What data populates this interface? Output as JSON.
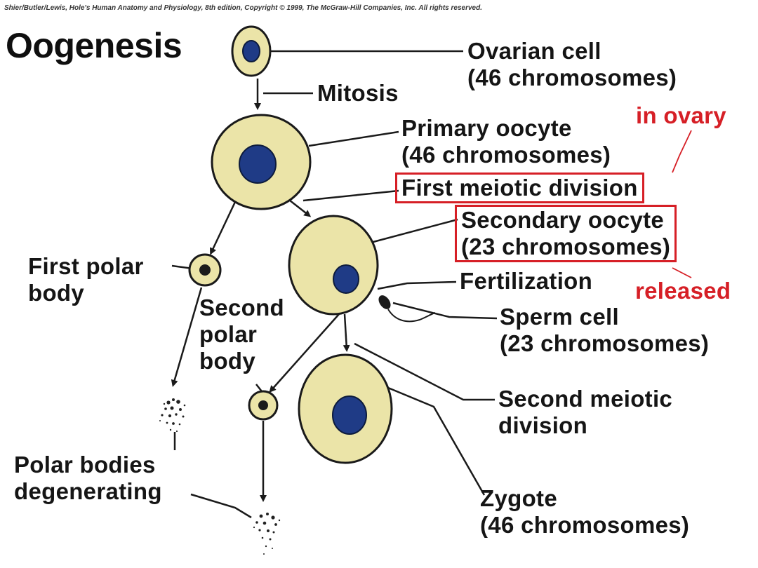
{
  "credit": "Shier/Butler/Lewis, Hole's Human Anatomy and Physiology, 8th edition, Copyright © 1999, The McGraw-Hill Companies, Inc. All rights reserved.",
  "title": "Oogenesis",
  "labels": {
    "ovarian_cell": "Ovarian cell\n(46 chromosomes)",
    "mitosis": "Mitosis",
    "primary_oocyte": "Primary oocyte\n(46 chromosomes)",
    "in_ovary": "in ovary",
    "first_meiotic_division": "First meiotic division",
    "secondary_oocyte": "Secondary oocyte\n(23 chromosomes)",
    "first_polar_body": "First polar\nbody",
    "fertilization": "Fertilization",
    "released": "released",
    "sperm_cell": "Sperm cell\n(23 chromosomes)",
    "second_polar_body": "Second\npolar\nbody",
    "second_meiotic_division": "Second meiotic\ndivision",
    "polar_bodies_degenerating": "Polar bodies\ndegenerating",
    "zygote": "Zygote\n(46 chromosomes)"
  },
  "colors": {
    "cytoplasm": "#ebe4a8",
    "nucleus": "#1f3b86",
    "outline": "#1a1a1a",
    "highlight": "#d61f26"
  }
}
